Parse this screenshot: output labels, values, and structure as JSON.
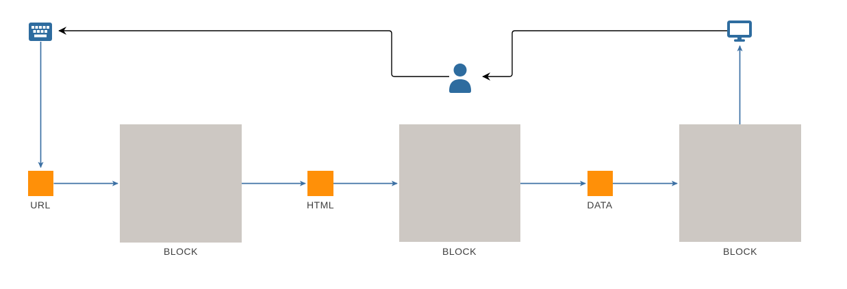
{
  "colors": {
    "background": "#ffffff",
    "block_fill": "#cdc8c3",
    "chip_fill": "#ff9008",
    "icon_blue": "#2e6c9f",
    "connector_blue": "#3c70a4",
    "connector_black": "#000000",
    "label_color": "#3d3d3d"
  },
  "icons": [
    {
      "name": "keyboard-icon"
    },
    {
      "name": "person-icon"
    },
    {
      "name": "monitor-icon"
    }
  ],
  "chips": [
    {
      "label": "URL"
    },
    {
      "label": "HTML"
    },
    {
      "label": "DATA"
    }
  ],
  "blocks": [
    {
      "label": "BLOCK"
    },
    {
      "label": "BLOCK"
    },
    {
      "label": "BLOCK"
    }
  ]
}
